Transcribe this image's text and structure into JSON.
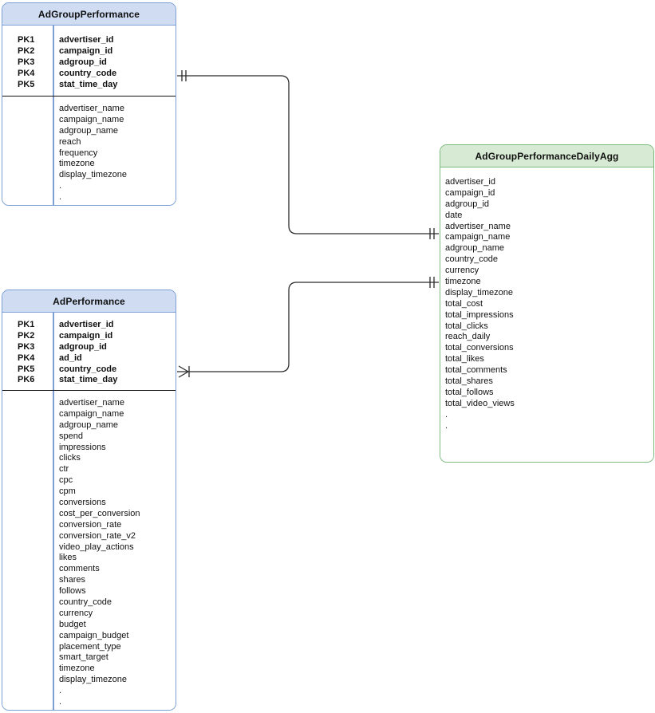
{
  "diagram": {
    "type": "entity-relationship-diagram",
    "colors": {
      "blue_border": "#7b9fd4",
      "blue_header": "#cfdcf2",
      "green_border": "#7cb97c",
      "green_header": "#d7ead3",
      "connector": "#2b2b2b",
      "divider": "#111111",
      "background": "#ffffff"
    }
  },
  "entities": [
    {
      "id": "adgroup_performance",
      "title": "AdGroupPerformance",
      "style": "blue",
      "keys": [
        {
          "pk": "PK1",
          "name": "advertiser_id"
        },
        {
          "pk": "PK2",
          "name": "campaign_id"
        },
        {
          "pk": "PK3",
          "name": "adgroup_id"
        },
        {
          "pk": "PK4",
          "name": "country_code"
        },
        {
          "pk": "PK5",
          "name": "stat_time_day"
        }
      ],
      "attributes": [
        "advertiser_name",
        "campaign_name",
        "adgroup_name",
        "reach",
        "frequency",
        "timezone",
        "display_timezone",
        ".",
        "."
      ]
    },
    {
      "id": "ad_performance",
      "title": "AdPerformance",
      "style": "blue",
      "keys": [
        {
          "pk": "PK1",
          "name": "advertiser_id"
        },
        {
          "pk": "PK2",
          "name": "campaign_id"
        },
        {
          "pk": "PK3",
          "name": "adgroup_id"
        },
        {
          "pk": "PK4",
          "name": "ad_id"
        },
        {
          "pk": "PK5",
          "name": "country_code"
        },
        {
          "pk": "PK6",
          "name": "stat_time_day"
        }
      ],
      "attributes": [
        "advertiser_name",
        "campaign_name",
        "adgroup_name",
        "spend",
        "impressions",
        "clicks",
        "ctr",
        "cpc",
        "cpm",
        "conversions",
        "cost_per_conversion",
        "conversion_rate",
        "conversion_rate_v2",
        "video_play_actions",
        "likes",
        "comments",
        "shares",
        "follows",
        "country_code",
        "currency",
        "budget",
        "campaign_budget",
        "placement_type",
        "smart_target",
        "timezone",
        "display_timezone",
        ".",
        "."
      ]
    },
    {
      "id": "adgroup_performance_daily_agg",
      "title": "AdGroupPerformanceDailyAgg",
      "style": "green",
      "keys": [],
      "attributes": [
        "advertiser_id",
        "campaign_id",
        "adgroup_id",
        "date",
        "advertiser_name",
        "campaign_name",
        "adgroup_name",
        "country_code",
        "currency",
        "timezone",
        "display_timezone",
        "total_cost",
        "total_impressions",
        "total_clicks",
        "reach_daily",
        "total_conversions",
        "total_likes",
        "total_comments",
        "total_shares",
        "total_follows",
        "total_video_views",
        ".",
        "."
      ]
    }
  ],
  "relationships": [
    {
      "id": "rel-adgroup-to-agg",
      "from": "adgroup_performance",
      "to": "adgroup_performance_daily_agg",
      "from_cardinality": "one-and-only-one",
      "to_cardinality": "one-and-only-one"
    },
    {
      "id": "rel-ad-to-agg",
      "from": "ad_performance",
      "to": "adgroup_performance_daily_agg",
      "from_cardinality": "many",
      "to_cardinality": "one-and-only-one"
    }
  ]
}
